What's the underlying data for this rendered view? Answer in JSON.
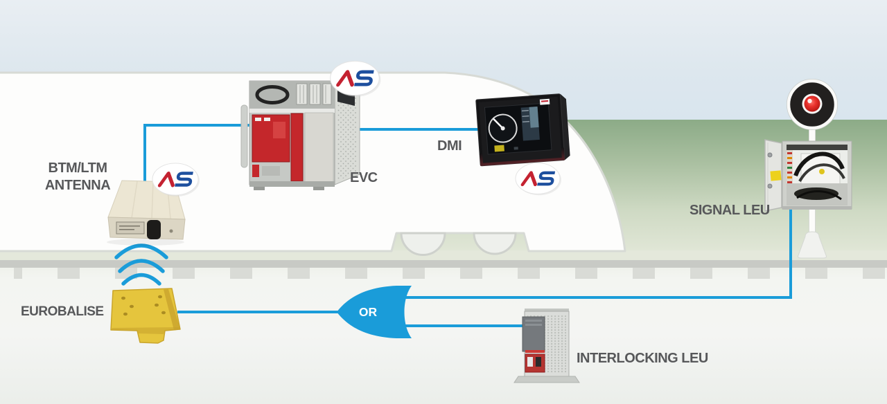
{
  "diagram": {
    "onboard": {
      "antenna": {
        "label_line1": "BTM/LTM",
        "label_line2": "ANTENNA"
      },
      "evc": {
        "label": "EVC"
      },
      "dmi": {
        "label": "DMI"
      }
    },
    "trackside": {
      "eurobalise": {
        "label": "EUROBALISE"
      },
      "signal_leu": {
        "label": "SIGNAL LEU"
      },
      "interlocking_leu": {
        "label": "INTERLOCKING LEU"
      },
      "or_gate": {
        "label": "OR"
      }
    },
    "logo": {
      "text": "AS",
      "letter_a": "A",
      "letter_s": "S"
    }
  },
  "colors": {
    "accent_blue": "#1A9CD9",
    "label_gray": "#57585A",
    "balise_yellow": "#E5C53D",
    "signal_red": "#E23430",
    "logo_red": "#C42231",
    "logo_blue": "#1D4F9E",
    "train_white": "#FDFDFC",
    "sky_blue": "#DCE7EE",
    "grass_green": "#8CAB87"
  },
  "icons": {
    "as_logo": "as-logo-icon",
    "signal_light": "red-signal-light-icon",
    "radio_waves": "radio-waves-icon",
    "or_gate": "or-gate-icon"
  }
}
